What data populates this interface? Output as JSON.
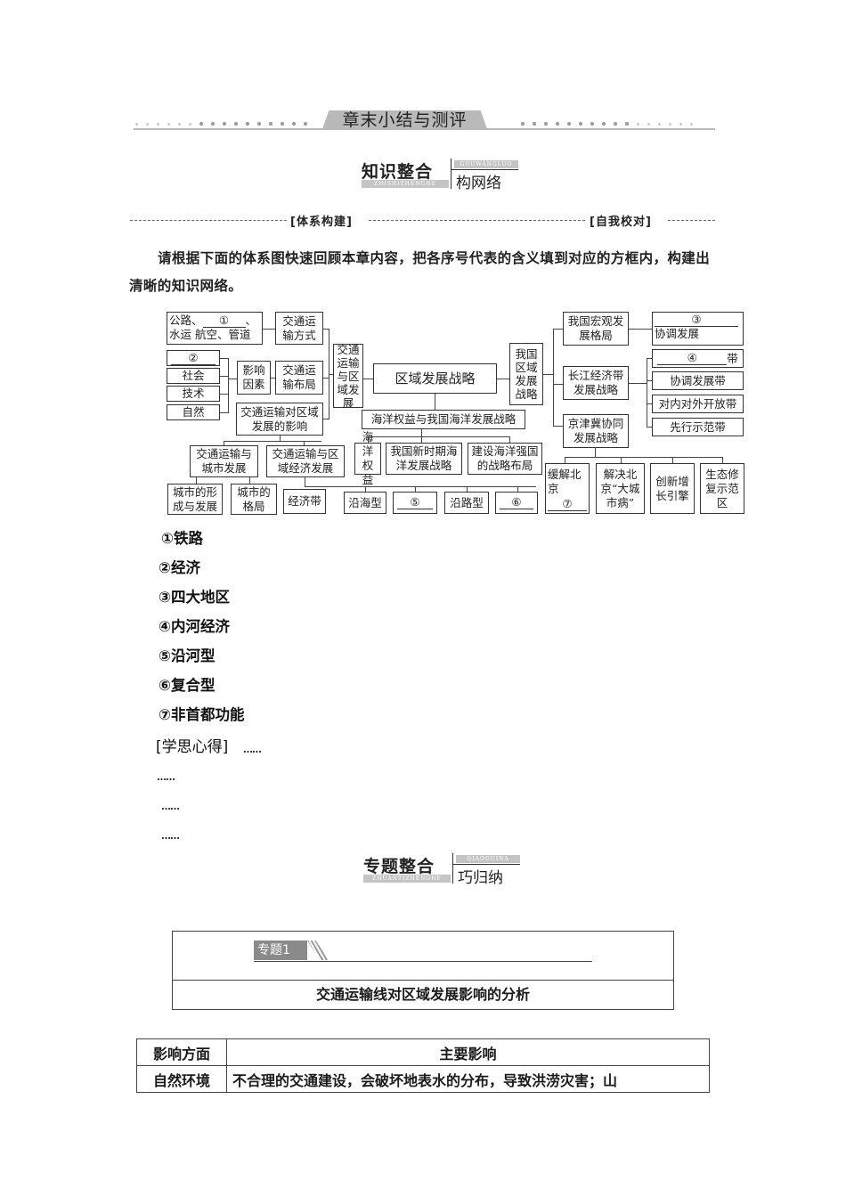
{
  "chapter_banner": {
    "title": "章末小结与测评"
  },
  "section_knowledge": {
    "main": "知识整合",
    "main_pinyin": "ZHISHIZHENGHE",
    "sub": "构网络",
    "sub_pinyin": "GOUWANGLUO"
  },
  "divider": {
    "left_label": "[体系构建]",
    "right_label": "[自我校对]"
  },
  "intro_text": "请根据下面的体系图快速回顾本章内容，把各序号代表的含义填到对应的方框内，构建出清晰的知识网络。",
  "diagram": {
    "transport_modes_line1_pre": "公路、",
    "transport_modes_blank1": "①",
    "transport_modes_line1_post": "、",
    "transport_modes_line2": "水运 航空、管道",
    "transport_mode_label": "交通运输方式",
    "factor_blank2": "②",
    "factor_social": "社会",
    "factor_tech": "技术",
    "factor_nature": "自然",
    "influence_factors": "影响因素",
    "transport_layout": "交通运输布局",
    "transport_impact": "交通运输对区域发展的影响",
    "transport_region": "交通运输与区域发展",
    "center": "区域发展战略",
    "national_strategy": "我国区域发展战略",
    "ocean_strategy": "海洋权益与我国海洋发展战略",
    "ocean_rights": "海洋权益",
    "ocean_new_era": "我国新时期海洋发展战略",
    "ocean_power": "建设海洋强国的战略布局",
    "transport_city": "交通运输与城市发展",
    "transport_economy": "交通运输与区域经济发展",
    "city_formation": "城市的形成与发展",
    "city_layout": "城市的格局",
    "economic_belt": "经济带",
    "coastal_type": "沿海型",
    "blank5": "⑤",
    "road_type": "沿路型",
    "blank6": "⑥",
    "macro_layout": "我国宏观发展格局",
    "blank3": "③",
    "coordinated_dev": "协调发展",
    "yangtze_strategy": "长江经济带发展战略",
    "blank4": "④",
    "belt_suffix": "带",
    "coordinated_belt": "协调发展带",
    "open_belt": "对内对外开放带",
    "pilot_belt": "先行示范带",
    "jjj_strategy": "京津冀协同发展战略",
    "relieve_beijing": "缓解北京",
    "blank7": "⑦",
    "big_city_disease": "解决北京“大城市病”",
    "growth_engine": "创新增长引擎",
    "eco_zone": "生态修复示范区"
  },
  "answers": [
    "①铁路",
    "②经济",
    "③四大地区",
    "④内河经济",
    "⑤沿河型",
    "⑥复合型",
    "⑦非首都功能"
  ],
  "reflection": {
    "label": "[学思心得]",
    "ellipsis": "……"
  },
  "section_topic": {
    "main": "专题整合",
    "main_pinyin": "ZHUANTIZHENGHE",
    "sub": "巧归纳",
    "sub_pinyin": "QIAOGUINA"
  },
  "topic": {
    "tag": "专题1",
    "title": "交通运输线对区域发展影响的分析"
  },
  "impact_table": {
    "headers": [
      "影响方面",
      "主要影响"
    ],
    "rows": [
      [
        "自然环境",
        "不合理的交通建设，会破坏地表水的分布，导致洪涝灾害；山"
      ]
    ]
  }
}
